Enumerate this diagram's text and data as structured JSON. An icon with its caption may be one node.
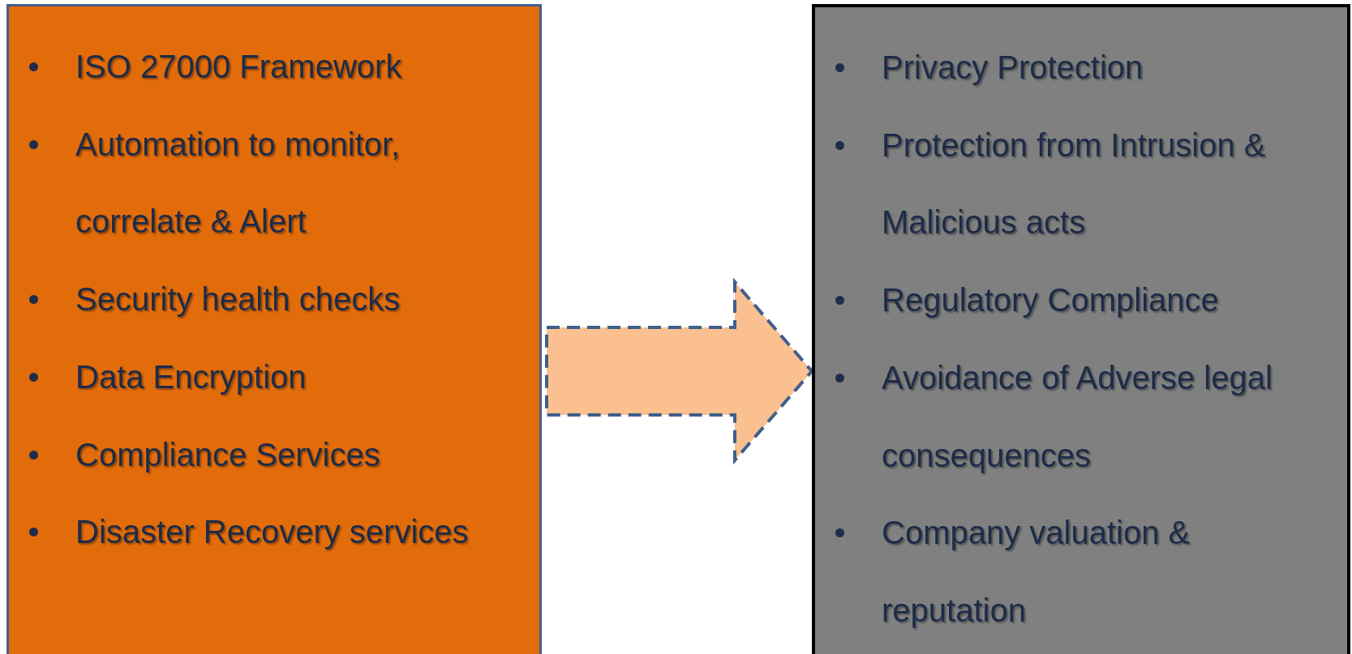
{
  "diagram": {
    "nodes": [
      {
        "text": [
          "ISO 27000 Framework",
          "Automation to monitor, correlate & Alert",
          "Security health checks",
          "Data Encryption",
          "Compliance Services",
          "Disaster Recovery services"
        ]
      },
      {
        "text": [
          "Privacy Protection",
          "Protection from Intrusion & Malicious acts",
          "Regulatory Compliance",
          "Avoidance of Adverse legal consequences",
          "Company valuation & reputation"
        ]
      }
    ],
    "edges": [
      {
        "from": 0,
        "to": 1,
        "arrow": "to",
        "style": "dashed"
      }
    ]
  }
}
